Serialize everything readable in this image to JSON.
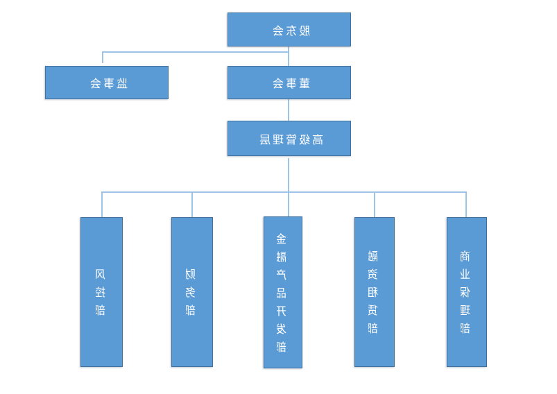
{
  "colors": {
    "node_fill": "#5B9BD5",
    "node_border": "#41719C",
    "connector": "#9DC3E6",
    "text": "#ffffff",
    "background": "#ffffff"
  },
  "presentation_note": "entire chart rendered horizontally mirrored",
  "nodes": {
    "shareholders_meeting": {
      "label": "股东会"
    },
    "supervisory_board": {
      "label": "监事会"
    },
    "board_of_directors": {
      "label": "董事会"
    },
    "senior_management": {
      "label": "高级管理层"
    },
    "risk_control_dept": {
      "label": "风控部"
    },
    "finance_dept": {
      "label": "财务部"
    },
    "financial_product_dev_dept": {
      "label": "金融产品开发部"
    },
    "financial_leasing_dept": {
      "label": "融资租赁部"
    },
    "commercial_factoring_dept": {
      "label": "商业保理部"
    }
  }
}
